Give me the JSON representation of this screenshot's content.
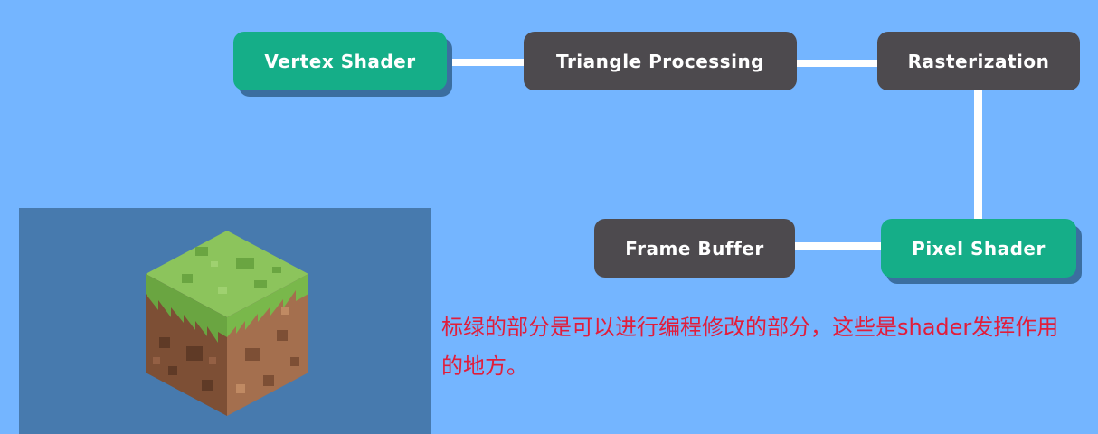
{
  "pipeline": {
    "nodes": [
      {
        "label": "Vertex Shader",
        "programmable": true,
        "color": "#15ae88"
      },
      {
        "label": "Triangle Processing",
        "programmable": false,
        "color": "#4d4a4e"
      },
      {
        "label": "Rasterization",
        "programmable": false,
        "color": "#4d4a4e"
      },
      {
        "label": "Pixel Shader",
        "programmable": true,
        "color": "#15ae88"
      },
      {
        "label": "Frame Buffer",
        "programmable": false,
        "color": "#4d4a4e"
      }
    ]
  },
  "note": {
    "text": "标绿的部分是可以进行编程修改的部分，这些是shader发挥作用的地方。",
    "color": "#e11d3b"
  },
  "illustration": {
    "icon": "grass-block-cube-icon"
  },
  "colors": {
    "background": "#74b5ff",
    "panel": "#477aae",
    "connector": "#ffffff"
  }
}
